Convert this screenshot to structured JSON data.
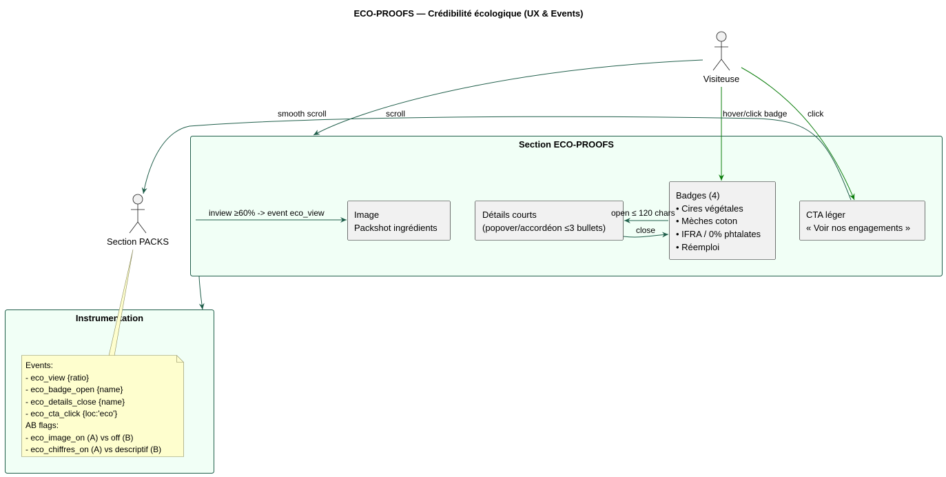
{
  "title": "ECO-PROOFS — Crédibilité écologique (UX & Events)",
  "actors": {
    "visitor": {
      "label": "Visiteuse"
    },
    "packs": {
      "label": "Section PACKS"
    }
  },
  "containers": {
    "eco_proofs": {
      "label": "Section ECO-PROOFS"
    },
    "instrumentation": {
      "label": "Instrumentation"
    }
  },
  "nodes": {
    "image": {
      "lines": [
        "Image",
        "Packshot ingrédients"
      ]
    },
    "details": {
      "lines": [
        "Détails courts",
        "(popover/accordéon ≤3 bullets)"
      ]
    },
    "badges": {
      "lines": [
        "Badges (4)",
        "• Cires végétales",
        "• Mèches coton",
        "• IFRA / 0% phtalates",
        "• Réemploi"
      ]
    },
    "cta": {
      "lines": [
        "CTA léger",
        "« Voir nos engagements »"
      ]
    }
  },
  "edges": {
    "scroll": "scroll",
    "hover_badge": "hover/click badge",
    "click": "click",
    "smooth_scroll": "smooth scroll",
    "inview": "inview ≥60% -> event eco_view",
    "open": "open ≤ 120 chars",
    "close": "close"
  },
  "note": {
    "lines": [
      "Events:",
      "- eco_view {ratio}",
      "- eco_badge_open {name}",
      "- eco_details_close {name}",
      "- eco_cta_click {loc:'eco'}",
      "AB flags:",
      "- eco_image_on (A) vs off (B)",
      "- eco_chiffres_on (A) vs descriptif (B)"
    ]
  },
  "colors": {
    "container_fill": "#f1fff6",
    "container_border": "#1f5e4a",
    "node_fill": "#f1f1f1",
    "node_border": "#181818",
    "edge_teal": "#1f5e4a",
    "edge_green": "#0a7d0a",
    "note_fill": "#fefece",
    "note_border": "#8a8a5c"
  }
}
